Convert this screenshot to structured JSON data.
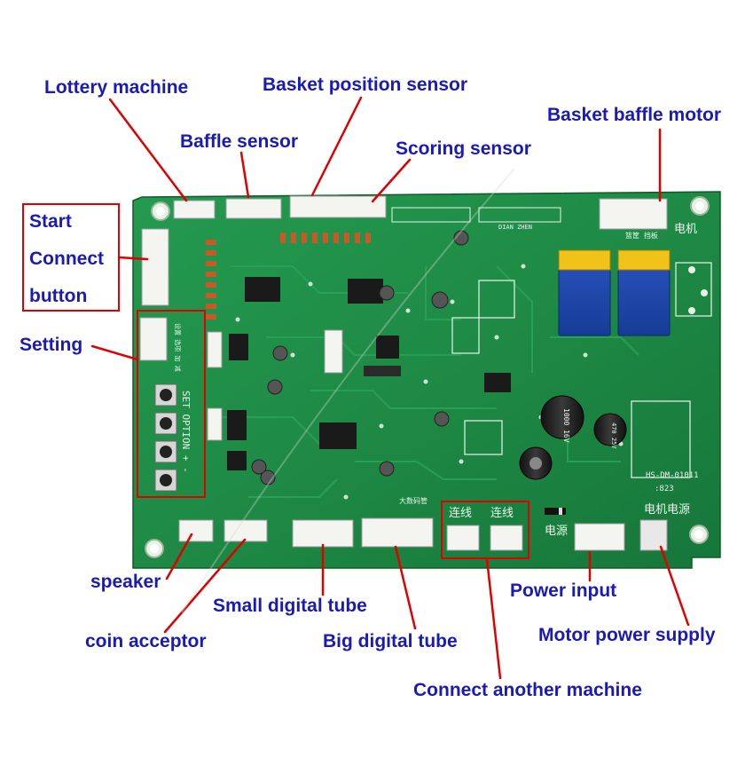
{
  "labels": {
    "lottery_machine": "Lottery machine",
    "basket_position_sensor": "Basket position sensor",
    "baffle_sensor": "Baffle sensor",
    "scoring_sensor": "Scoring sensor",
    "basket_baffle_motor": "Basket baffle motor",
    "start_line1": "Start",
    "start_line2": "Connect",
    "start_line3": "button",
    "setting": "Setting",
    "speaker": "speaker",
    "coin_acceptor": "coin acceptor",
    "small_digital_tube": "Small digital tube",
    "big_digital_tube": "Big digital tube",
    "power_input": "Power input",
    "motor_power_supply": "Motor power supply",
    "connect_another_machine": "Connect another machine"
  },
  "board": {
    "model": "HS-DM-01011",
    "date_code": ":823",
    "motor_power_cn": "电机电源",
    "motor_cn": "电机",
    "power_cn": "电源",
    "link_cn": "连线",
    "big_tube_cn": "大数码管",
    "basket_baffle_cn": "篮筐 挡板",
    "setting_cn": "设置 选项 加 减",
    "set_option": "SET OPTION + -",
    "cap_1000": "1000 16V",
    "cap_470": "470 25V",
    "dian_zhen": "DIAN ZHEN"
  },
  "colors": {
    "label_text": "#1a1ab8",
    "pointer": "#e00000",
    "pcb": "#1e8a45",
    "silkscreen": "#e8f5ea"
  }
}
